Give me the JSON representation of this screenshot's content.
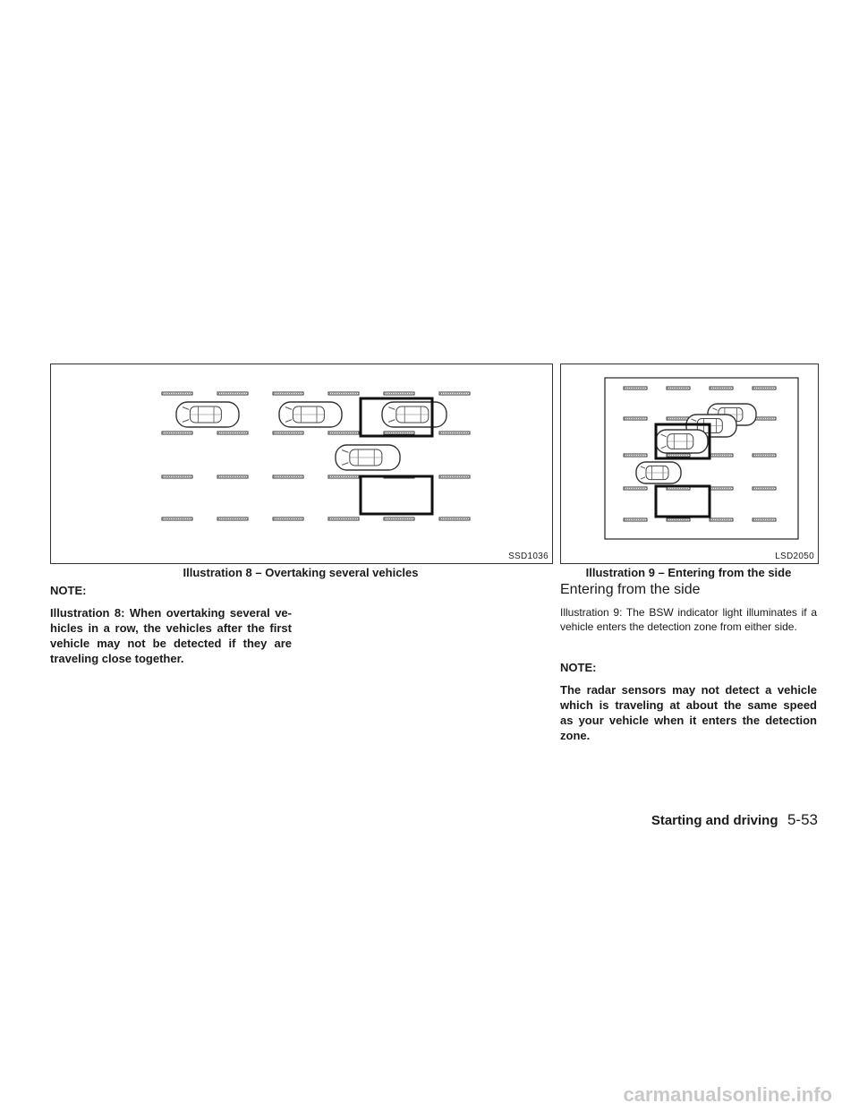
{
  "figure8": {
    "code": "SSD1036",
    "caption": "Illustration 8 – Overtaking several vehicles",
    "icon": "car-overtaking-diagram"
  },
  "figure9": {
    "code": "LSD2050",
    "caption": "Illustration 9 – Entering from the side",
    "icon": "car-entering-diagram"
  },
  "left_note": {
    "heading": "NOTE:",
    "lines": [
      "Illustration 8: When overtaking several ve-",
      "hicles in a row, the vehicles after the first",
      "vehicle may not be detected if they are",
      "traveling close together."
    ]
  },
  "section": {
    "title": "Entering from the side",
    "body": "Illustration 9: The BSW indicator light illuminates if a vehicle enters the detection zone from either side."
  },
  "right_note": {
    "heading": "NOTE:",
    "lines": [
      "The radar sensors may not detect a vehicle",
      "which is traveling at about the same speed",
      "as your vehicle when it enters the detection",
      "zone."
    ]
  },
  "footer": {
    "section": "Starting and driving",
    "page": "5-53"
  },
  "watermark": "carmanualsonline.info"
}
